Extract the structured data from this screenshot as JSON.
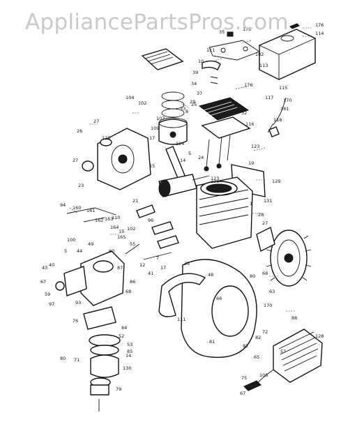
{
  "watermark": "AppliancePartsPros.com",
  "callouts": [
    "176",
    "114",
    "35",
    "178",
    "182",
    "111",
    "10",
    "113",
    "115",
    "117",
    "39",
    "34",
    "37",
    "176",
    "170",
    "181",
    "29",
    "8",
    "104",
    "102",
    "107",
    "109",
    "33",
    "32",
    "116",
    "118",
    "25",
    "27",
    "26",
    "14",
    "17",
    "123",
    "24",
    "123",
    "125",
    "27",
    "23",
    "129",
    "124",
    "15",
    "5",
    "21",
    "1",
    "123",
    "131",
    "19",
    "94",
    "160",
    "161",
    "162",
    "163",
    "164",
    "165",
    "102",
    "110",
    "28",
    "27",
    "96",
    "100",
    "40",
    "44",
    "49",
    "60",
    "55",
    "15",
    "7",
    "12",
    "41",
    "17",
    "35",
    "48",
    "43",
    "5",
    "67",
    "59",
    "97",
    "87",
    "86",
    "68",
    "93",
    "84",
    "52",
    "53",
    "14",
    "76",
    "80",
    "85",
    "130",
    "79",
    "71",
    "68",
    "80",
    "81",
    "82",
    "82",
    "88",
    "63",
    "72",
    "65",
    "128",
    "75",
    "67",
    "66",
    "57",
    "108",
    "111",
    "170"
  ]
}
